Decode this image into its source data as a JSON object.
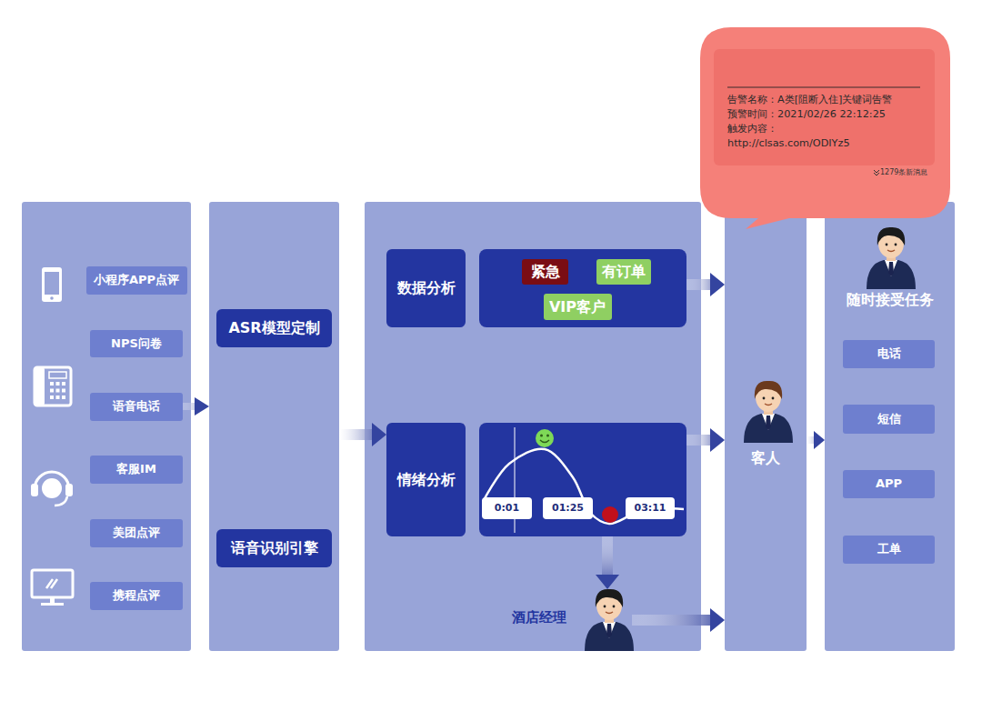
{
  "diagram": {
    "nodes": [
      {
        "text": []
      },
      {
        "text": [
          "小程序APP点评"
        ],
        "in": 0
      },
      {
        "text": [
          "NPS问卷"
        ],
        "in": 0
      },
      {
        "text": [
          "语音电话"
        ],
        "in": 0
      },
      {
        "text": [
          "客服IM"
        ],
        "in": 0
      },
      {
        "text": [
          "美团点评"
        ],
        "in": 0
      },
      {
        "text": [
          "携程点评"
        ],
        "in": 0
      },
      {
        "text": []
      },
      {
        "text": [
          "ASR模型定制"
        ],
        "in": 7
      },
      {
        "text": [
          "语音识别引擎"
        ],
        "in": 7
      },
      {
        "text": []
      },
      {
        "text": [
          "数据分析"
        ],
        "in": 10
      },
      {
        "text": [],
        "in": 10
      },
      {
        "text": [
          "紧急"
        ],
        "in": 12
      },
      {
        "text": [
          "有订单"
        ],
        "in": 12
      },
      {
        "text": [
          "VIP客户"
        ],
        "in": 12
      },
      {
        "text": [
          "情绪分析"
        ],
        "in": 10
      },
      {
        "text": [],
        "in": 10
      },
      {
        "text": [
          "0:01"
        ],
        "in": 17
      },
      {
        "text": [
          "01:25"
        ],
        "in": 17
      },
      {
        "text": [
          "03:11"
        ],
        "in": 17
      },
      {
        "text": [
          "酒店经理"
        ],
        "in": 10
      },
      {
        "text": [
          "客人"
        ]
      },
      {
        "text": [
          "随时接受任务"
        ]
      },
      {
        "text": [
          "电话"
        ],
        "in": 23
      },
      {
        "text": [
          "短信"
        ],
        "in": 23
      },
      {
        "text": [
          "APP"
        ],
        "in": 23
      },
      {
        "text": [
          "工单"
        ],
        "in": 23
      },
      {
        "text": [
          "1279条新消息"
        ]
      },
      {
        "text": [
          "告警名称：A类[阻断入住]关键词告警",
          "预警时间：2021/02/26 22:12:25",
          "触发内容：",
          "http://clsas.com/ODIYz5"
        ],
        "in": 28
      }
    ],
    "edges": [
      {
        "from": 3,
        "to": 7,
        "arrow": "to"
      },
      {
        "from": 7,
        "to": 16,
        "arrow": "to"
      },
      {
        "from": 12,
        "to": 22,
        "arrow": "to"
      },
      {
        "from": 17,
        "to": 22,
        "arrow": "to"
      },
      {
        "from": 17,
        "to": 21,
        "arrow": "to"
      },
      {
        "from": 21,
        "to": 22,
        "arrow": "to"
      },
      {
        "from": 22,
        "to": 23,
        "arrow": "to"
      }
    ]
  }
}
